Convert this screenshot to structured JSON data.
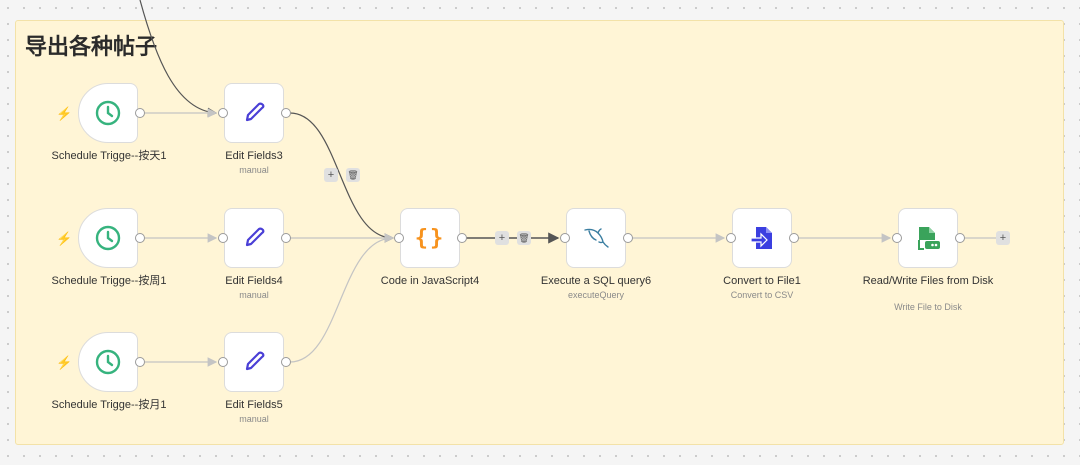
{
  "sticky_note": {
    "title": "导出各种帖子"
  },
  "nodes": {
    "trigger_day": {
      "label": "Schedule Trigge--按天1",
      "icon": "clock-icon"
    },
    "trigger_week": {
      "label": "Schedule Trigge--按周1",
      "icon": "clock-icon"
    },
    "trigger_month": {
      "label": "Schedule Trigge--按月1",
      "icon": "clock-icon"
    },
    "edit3": {
      "label": "Edit Fields3",
      "subtitle": "manual",
      "icon": "pencil-icon"
    },
    "edit4": {
      "label": "Edit Fields4",
      "subtitle": "manual",
      "icon": "pencil-icon"
    },
    "edit5": {
      "label": "Edit Fields5",
      "subtitle": "manual",
      "icon": "pencil-icon"
    },
    "code": {
      "label": "Code in JavaScript4",
      "icon": "code-braces-icon",
      "glyph": "{}"
    },
    "sql": {
      "label": "Execute a SQL query6",
      "subtitle": "executeQuery",
      "icon": "mysql-dolphin-icon"
    },
    "convert": {
      "label": "Convert to File1",
      "subtitle": "Convert to CSV",
      "icon": "file-arrow-icon"
    },
    "readwrite": {
      "label": "Read/Write Files from Disk",
      "subtitle": "Write File to Disk",
      "icon": "file-disk-icon"
    }
  },
  "edge_controls": {
    "add": "+",
    "delete": "🗑"
  },
  "colors": {
    "accent_trigger": "#ff6d5a",
    "clock": "#36b37e",
    "pencil": "#4a3fd6",
    "code": "#f7931e",
    "sql": "#3b7ea1",
    "convert": "#3b3fe0",
    "readwrite": "#3aa35b"
  }
}
